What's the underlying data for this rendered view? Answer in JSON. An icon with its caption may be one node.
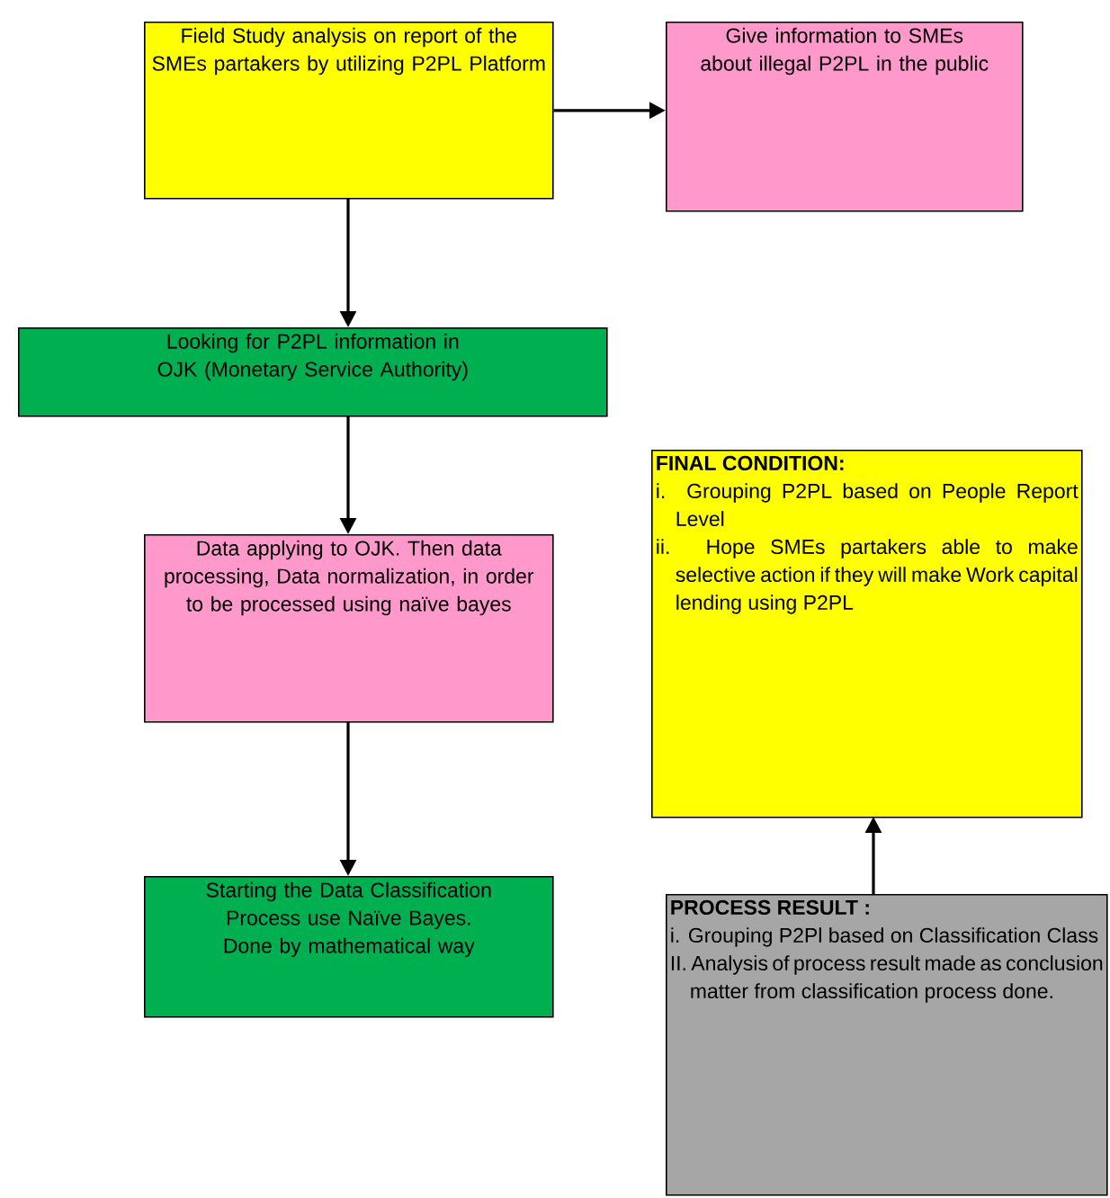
{
  "diagram": {
    "nodes": [
      {
        "text": [
          "Field Study analysis on report of the SMEs partakers by utilizing P2PL Platform"
        ]
      },
      {
        "text": [
          "Give information to SMEs about illegal P2PL in the public"
        ]
      },
      {
        "text": [
          "Looking for P2PL information in OJK (Monetary Service Authority)"
        ]
      },
      {
        "text": [
          "Data applying to OJK. Then data processing, Data normalization, in order to be processed using naïve bayes"
        ]
      },
      {
        "text": [
          "Starting the Data Classification Process use Naïve Bayes. Done by mathematical way"
        ]
      },
      {
        "text": [
          "FINAL CONDITION:",
          "i. Grouping P2PL based on People Report Level",
          "ii. Hope SMEs partakers able to make selective action if they will make Work capital lending using P2PL"
        ]
      },
      {
        "text": [
          "PROCESS RESULT :",
          "i. Grouping P2Pl based on Classification Class",
          "II. Analysis of process result made as conclusion matter from classification process done."
        ]
      }
    ],
    "edges": [
      {
        "from": 0,
        "to": 1,
        "arrow": "to"
      },
      {
        "from": 0,
        "to": 2,
        "arrow": "to"
      },
      {
        "from": 2,
        "to": 3,
        "arrow": "to"
      },
      {
        "from": 3,
        "to": 4,
        "arrow": "to"
      },
      {
        "from": 6,
        "to": 5,
        "arrow": "to"
      }
    ]
  }
}
